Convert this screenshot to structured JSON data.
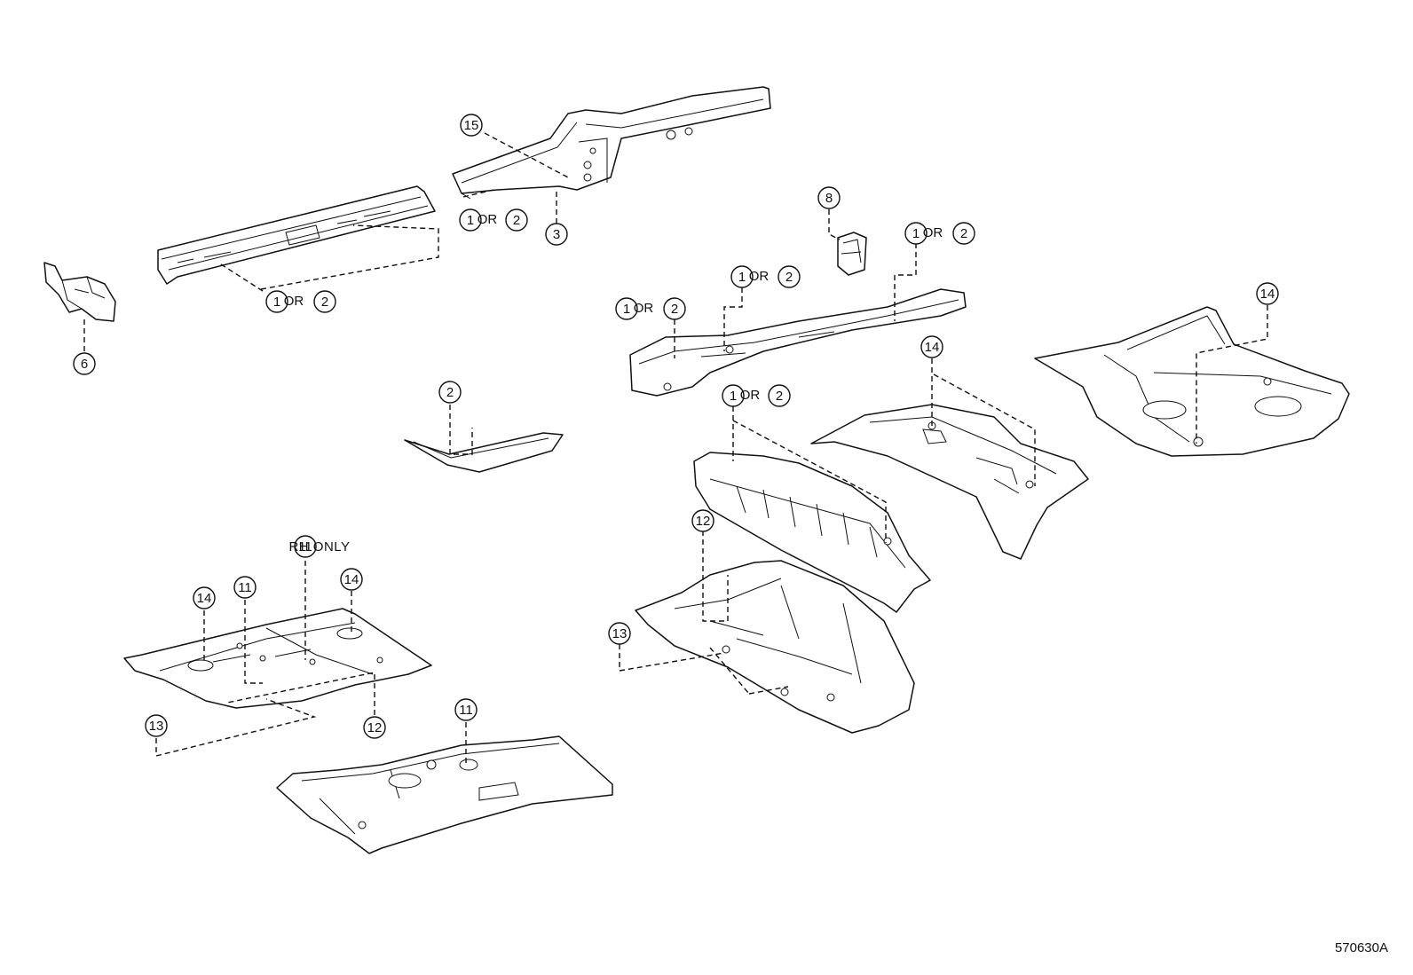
{
  "drawing_id": "570630A",
  "callouts": {
    "n1": "1",
    "n2": "2",
    "n3": "3",
    "n6": "6",
    "n8": "8",
    "n11": "11",
    "n12": "12",
    "n13": "13",
    "n14": "14",
    "n15": "15"
  },
  "or_text": "OR",
  "rh_only_note": "RH ONLY"
}
